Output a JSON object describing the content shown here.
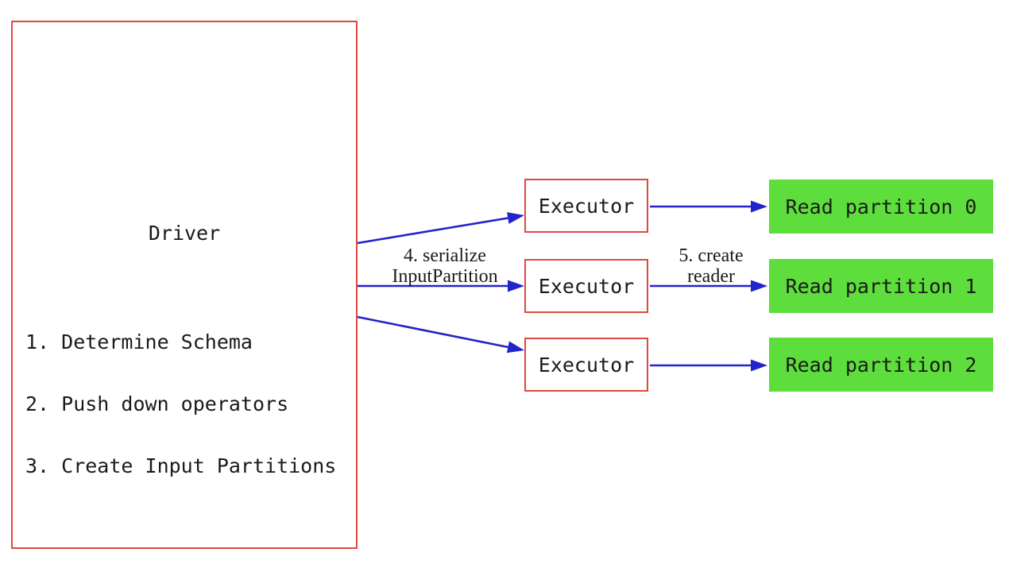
{
  "driver": {
    "title": "Driver",
    "steps": [
      "1. Determine Schema",
      "2. Push down operators",
      "3. Create Input Partitions"
    ]
  },
  "executors": [
    {
      "label": "Executor"
    },
    {
      "label": "Executor"
    },
    {
      "label": "Executor"
    }
  ],
  "partitions": [
    {
      "label": "Read partition 0"
    },
    {
      "label": "Read partition 1"
    },
    {
      "label": "Read partition 2"
    }
  ],
  "edge_labels": {
    "serialize": {
      "line1": "4. serialize",
      "line2": "InputPartition"
    },
    "create_reader": {
      "line1": "5. create",
      "line2": "reader"
    }
  },
  "colors": {
    "box_border_red": "#e2473d",
    "arrow_blue": "#2323cc",
    "partition_green": "#5dde3c",
    "text": "#1a1a1a",
    "background": "#ffffff"
  }
}
